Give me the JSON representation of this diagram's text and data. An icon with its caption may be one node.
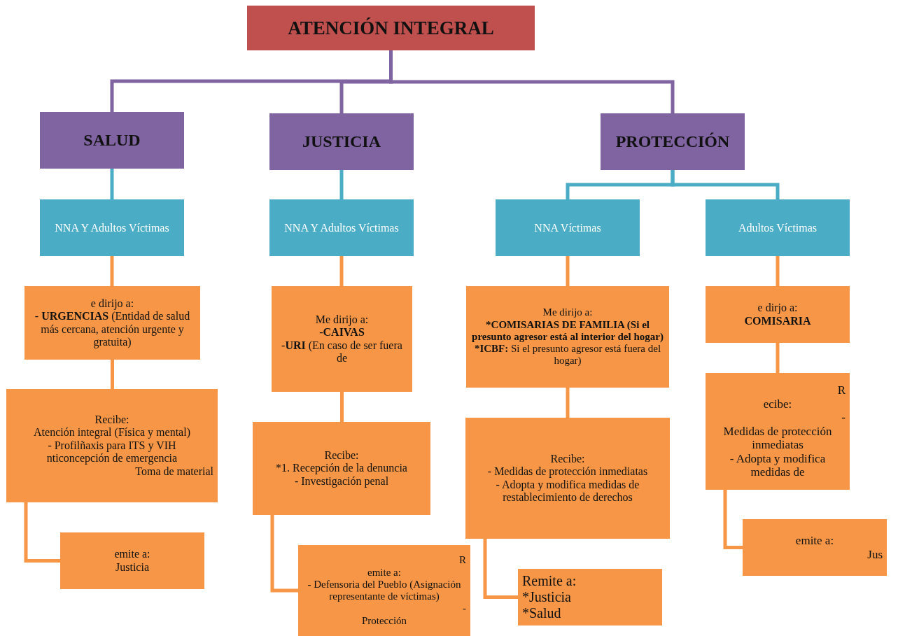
{
  "diagram": {
    "nodes": [
      {
        "text": [
          "ATENCIÓN INTEGRAL"
        ]
      },
      {
        "text": [
          "SALUD"
        ]
      },
      {
        "text": [
          "JUSTICIA"
        ]
      },
      {
        "text": [
          "PROTECCIÓN"
        ]
      },
      {
        "text": [
          "NNA Y Adultos Víctimas"
        ]
      },
      {
        "text": [
          "NNA Y Adultos Víctimas"
        ]
      },
      {
        "text": [
          "NNA Víctimas"
        ]
      },
      {
        "text": [
          "Adultos Víctimas"
        ]
      },
      {
        "text": [
          "e dirijo a:",
          "- **URGENCIAS** (Entidad de salud más cercana, atención urgente y gratuita)"
        ]
      },
      {
        "text": [
          "Recibe:",
          "Atención integral (Física y mental)",
          "- Profilñaxis para ITS y VIH",
          "nticoncepción de emergencia",
          "Toma de material"
        ]
      },
      {
        "text": [
          "emite a:",
          "Justicia"
        ]
      },
      {
        "text": [
          "Me dirijo a:",
          "-**CAIVAS**",
          "-**URI** (En caso de ser fuera de"
        ]
      },
      {
        "text": [
          "Recibe:",
          "*1. Recepción de la denuncia",
          "- Investigación penal"
        ]
      },
      {
        "text": [
          "R",
          "emite a:",
          "- Defensoria del Pueblo (Asignación representante de víctimas)",
          "-",
          "Protección"
        ]
      },
      {
        "text": [
          "Me dirijo a:",
          "*COMISARIAS DE FAMILIA (Si el presunto agresor está al interior del hogar)",
          "***ICBF:** Si el presunto agresor está fuera del hogar)"
        ]
      },
      {
        "text": [
          "Recibe:",
          "- Medidas de protección inmediatas",
          "- Adopta y modifica medidas de restablecimiento de derechos"
        ]
      },
      {
        "text": [
          "Remite a:",
          "*Justicia",
          "*Salud"
        ]
      },
      {
        "text": [
          "e dirjo a:",
          "COMISARIA"
        ]
      },
      {
        "text": [
          "R",
          "ecibe:",
          "-",
          "Medidas de protección inmediatas",
          "- Adopta y modifica medidas de"
        ]
      },
      {
        "text": [
          "emite a:",
          "Jus"
        ]
      }
    ],
    "edges": [
      {
        "from": 0,
        "to": 1,
        "arrow": "none",
        "color": "#8064a2"
      },
      {
        "from": 0,
        "to": 2,
        "arrow": "none",
        "color": "#8064a2"
      },
      {
        "from": 0,
        "to": 3,
        "arrow": "none",
        "color": "#8064a2"
      },
      {
        "from": 1,
        "to": 4,
        "arrow": "none",
        "color": "#4bacc6"
      },
      {
        "from": 2,
        "to": 5,
        "arrow": "none",
        "color": "#4bacc6"
      },
      {
        "from": 3,
        "to": 6,
        "arrow": "none",
        "color": "#4bacc6"
      },
      {
        "from": 3,
        "to": 7,
        "arrow": "none",
        "color": "#4bacc6"
      },
      {
        "from": 4,
        "to": 8,
        "arrow": "none"
      },
      {
        "from": 8,
        "to": 9,
        "arrow": "none"
      },
      {
        "from": 9,
        "to": 10,
        "arrow": "none"
      },
      {
        "from": 5,
        "to": 11,
        "arrow": "none"
      },
      {
        "from": 11,
        "to": 12,
        "arrow": "none"
      },
      {
        "from": 12,
        "to": 13,
        "arrow": "none"
      },
      {
        "from": 6,
        "to": 14,
        "arrow": "none"
      },
      {
        "from": 14,
        "to": 15,
        "arrow": "none"
      },
      {
        "from": 15,
        "to": 16,
        "arrow": "none"
      },
      {
        "from": 7,
        "to": 17,
        "arrow": "none"
      },
      {
        "from": 17,
        "to": 18,
        "arrow": "none"
      },
      {
        "from": 18,
        "to": 19,
        "arrow": "none"
      }
    ]
  }
}
